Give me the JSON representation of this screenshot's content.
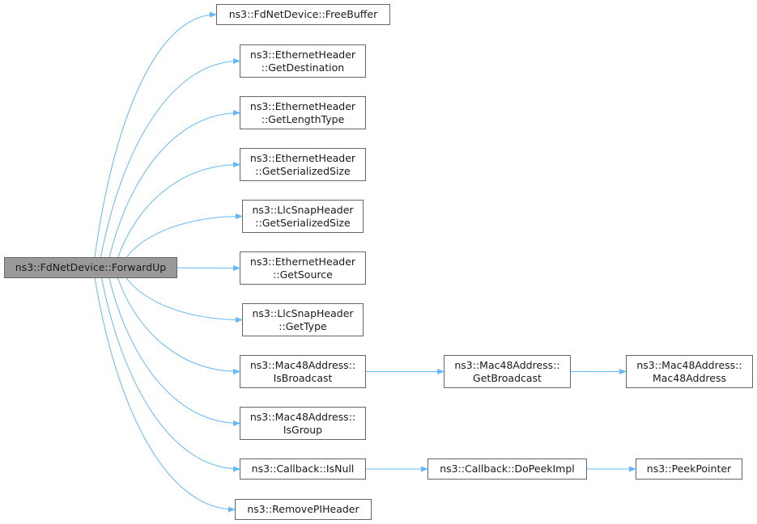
{
  "root": {
    "id": "forwardup",
    "label": "ns3::FdNetDevice::ForwardUp"
  },
  "edge_color": "#63b8ff",
  "node_fill": "#ffffff",
  "root_fill": "#999999",
  "nodes": [
    {
      "id": "freebuffer",
      "lines": [
        "ns3::FdNetDevice::FreeBuffer"
      ]
    },
    {
      "id": "getdestination",
      "lines": [
        "ns3::EthernetHeader",
        "::GetDestination"
      ]
    },
    {
      "id": "getlengthtype",
      "lines": [
        "ns3::EthernetHeader",
        "::GetLengthType"
      ]
    },
    {
      "id": "eth-getserializedsize",
      "lines": [
        "ns3::EthernetHeader",
        "::GetSerializedSize"
      ]
    },
    {
      "id": "llc-getserializedsize",
      "lines": [
        "ns3::LlcSnapHeader",
        "::GetSerializedSize"
      ]
    },
    {
      "id": "getsource",
      "lines": [
        "ns3::EthernetHeader",
        "::GetSource"
      ]
    },
    {
      "id": "gettype",
      "lines": [
        "ns3::LlcSnapHeader",
        "::GetType"
      ]
    },
    {
      "id": "isbroadcast",
      "lines": [
        "ns3::Mac48Address::",
        "IsBroadcast"
      ]
    },
    {
      "id": "isgroup",
      "lines": [
        "ns3::Mac48Address::",
        "IsGroup"
      ]
    },
    {
      "id": "isnull",
      "lines": [
        "ns3::Callback::IsNull"
      ]
    },
    {
      "id": "removepiheader",
      "lines": [
        "ns3::RemovePIHeader"
      ]
    },
    {
      "id": "getbroadcast",
      "lines": [
        "ns3::Mac48Address::",
        "GetBroadcast"
      ]
    },
    {
      "id": "mac48address",
      "lines": [
        "ns3::Mac48Address::",
        "Mac48Address"
      ]
    },
    {
      "id": "dopeekimpl",
      "lines": [
        "ns3::Callback::DoPeekImpl"
      ]
    },
    {
      "id": "peekpointer",
      "lines": [
        "ns3::PeekPointer"
      ]
    }
  ],
  "edges": [
    [
      "forwardup",
      "freebuffer"
    ],
    [
      "forwardup",
      "getdestination"
    ],
    [
      "forwardup",
      "getlengthtype"
    ],
    [
      "forwardup",
      "eth-getserializedsize"
    ],
    [
      "forwardup",
      "llc-getserializedsize"
    ],
    [
      "forwardup",
      "getsource"
    ],
    [
      "forwardup",
      "gettype"
    ],
    [
      "forwardup",
      "isbroadcast"
    ],
    [
      "forwardup",
      "isgroup"
    ],
    [
      "forwardup",
      "isnull"
    ],
    [
      "forwardup",
      "removepiheader"
    ],
    [
      "isbroadcast",
      "getbroadcast"
    ],
    [
      "getbroadcast",
      "mac48address"
    ],
    [
      "isnull",
      "dopeekimpl"
    ],
    [
      "dopeekimpl",
      "peekpointer"
    ]
  ]
}
